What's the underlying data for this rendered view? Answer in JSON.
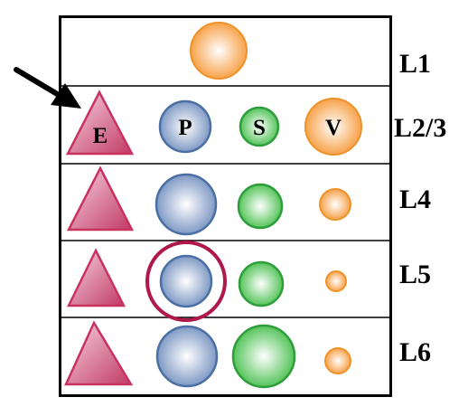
{
  "layers": [
    {
      "label": "L1"
    },
    {
      "label": "L2/3"
    },
    {
      "label": "L4"
    },
    {
      "label": "L5"
    },
    {
      "label": "L6"
    }
  ],
  "cell_letters": {
    "E": "E",
    "P": "P",
    "S": "S",
    "V": "V"
  },
  "colors": {
    "excitatory": "#c8325f",
    "pyramidal": "#4a6fa5",
    "sst": "#2e9e3a",
    "vip": "#f0922a",
    "highlight_ring": "#b0184a",
    "grid": "#000000"
  },
  "icons": {
    "arrow": "pointer-arrow-icon",
    "highlight": "highlight-ring-icon"
  }
}
